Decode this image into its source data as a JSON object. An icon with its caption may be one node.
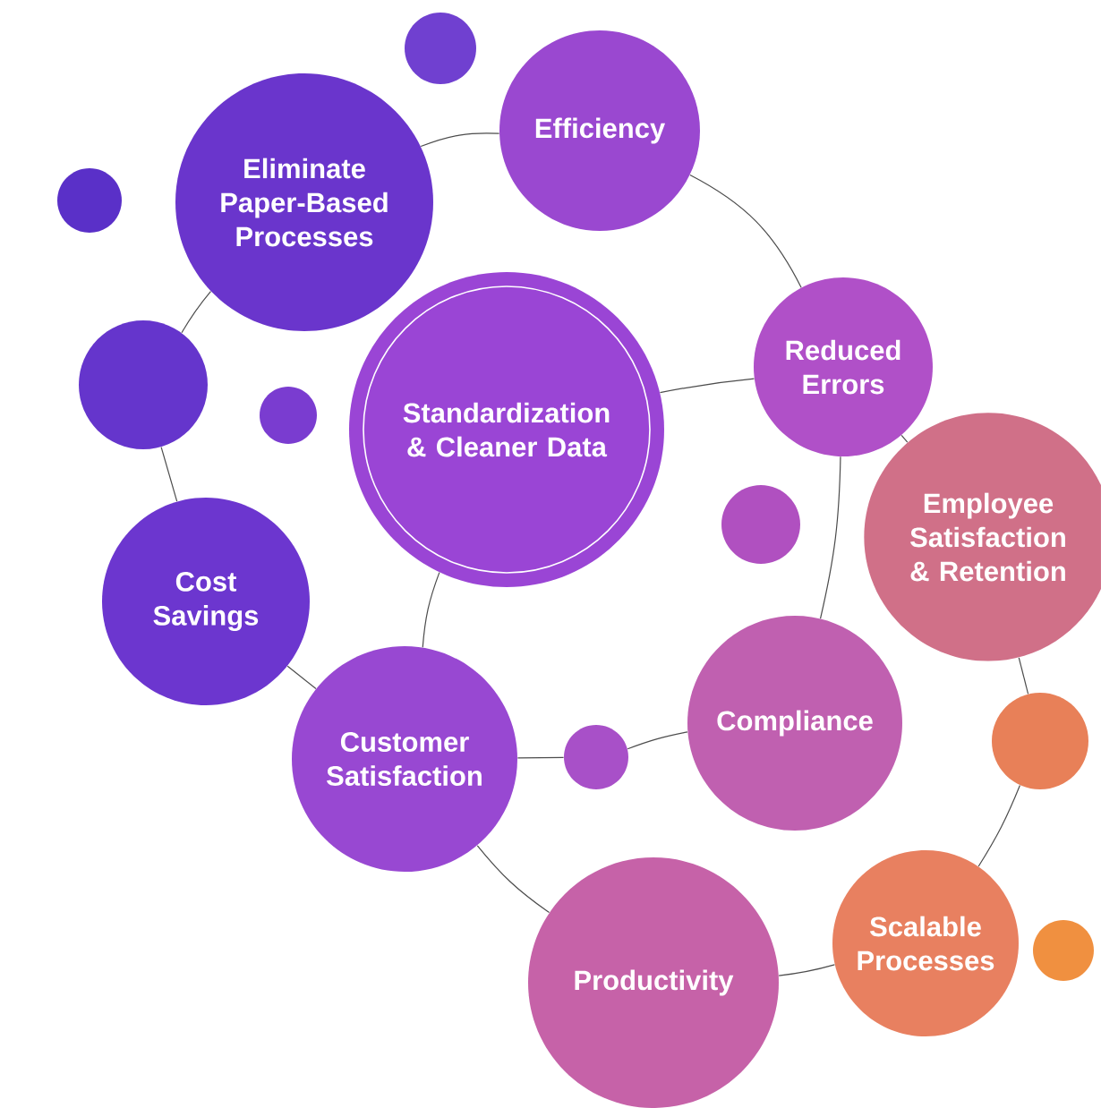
{
  "diagram": {
    "nodes": [
      {
        "text": [
          "Efficiency"
        ]
      },
      {
        "text": [
          "Eliminate Paper-Based Processes"
        ]
      },
      {
        "text": [
          "Standardization & Cleaner Data"
        ]
      },
      {
        "text": [
          "Reduced Errors"
        ]
      },
      {
        "text": [
          "Employee Satisfaction & Retention"
        ]
      },
      {
        "text": [
          "Cost Savings"
        ]
      },
      {
        "text": [
          "Compliance"
        ]
      },
      {
        "text": [
          "Customer Satisfaction"
        ]
      },
      {
        "text": [
          "Productivity"
        ]
      },
      {
        "text": [
          "Scalable Processes"
        ]
      },
      {
        "text": [],
        "shape": "circle"
      },
      {
        "text": [],
        "shape": "circle"
      },
      {
        "text": [],
        "shape": "circle"
      },
      {
        "text": [],
        "shape": "circle"
      },
      {
        "text": [],
        "shape": "circle"
      },
      {
        "text": [],
        "shape": "circle"
      },
      {
        "text": [],
        "shape": "circle"
      },
      {
        "text": [],
        "shape": "circle"
      }
    ],
    "edges": [
      {
        "from": 1,
        "to": 0,
        "arrow": "none"
      },
      {
        "from": 0,
        "to": 3,
        "arrow": "none"
      },
      {
        "from": 2,
        "to": 3,
        "arrow": "none"
      },
      {
        "from": 3,
        "to": 4,
        "arrow": "none"
      },
      {
        "from": 3,
        "to": 6,
        "arrow": "none"
      },
      {
        "from": 4,
        "to": 16,
        "arrow": "none"
      },
      {
        "from": 16,
        "to": 9,
        "arrow": "none"
      },
      {
        "from": 9,
        "to": 8,
        "arrow": "none"
      },
      {
        "from": 8,
        "to": 7,
        "arrow": "none"
      },
      {
        "from": 7,
        "to": 15,
        "arrow": "none"
      },
      {
        "from": 15,
        "to": 6,
        "arrow": "none"
      },
      {
        "from": 7,
        "to": 5,
        "arrow": "none"
      },
      {
        "from": 7,
        "to": 2,
        "arrow": "none"
      },
      {
        "from": 5,
        "to": 12,
        "arrow": "none"
      },
      {
        "from": 12,
        "to": 1,
        "arrow": "none"
      }
    ]
  }
}
